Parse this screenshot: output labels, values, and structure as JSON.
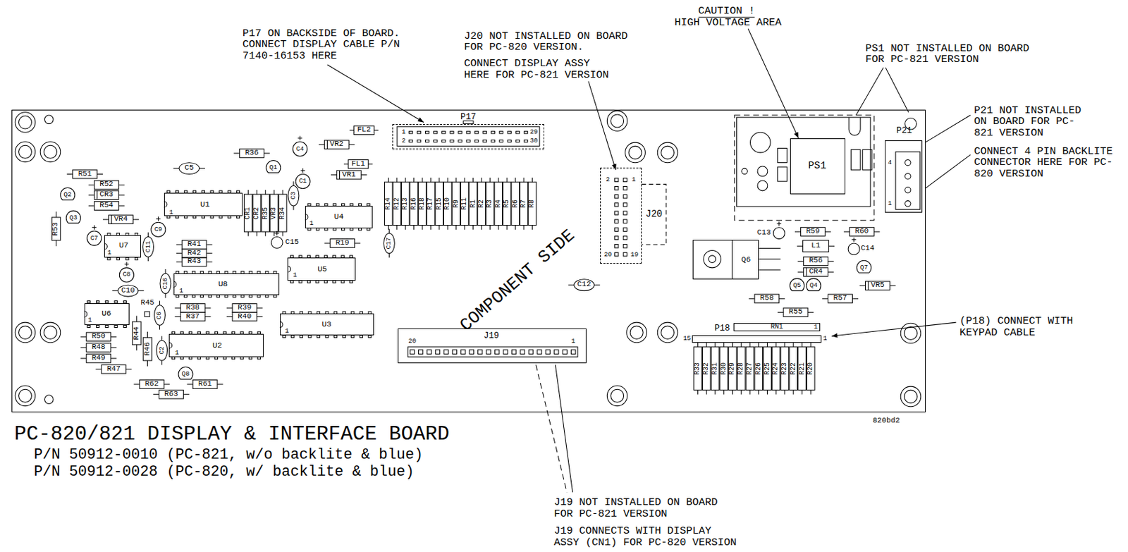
{
  "diagram": {
    "title": "PC-820/821 DISPLAY & INTERFACE BOARD",
    "nodes": [
      {
        "text": [
          "COMPONENT SIDE"
        ]
      },
      {
        "text": [
          "U1"
        ],
        "in": 0
      },
      {
        "text": [
          "U4"
        ],
        "in": 0
      },
      {
        "text": [
          "U5"
        ],
        "in": 0
      },
      {
        "text": [
          "U8"
        ],
        "in": 0
      },
      {
        "text": [
          "U3"
        ],
        "in": 0
      },
      {
        "text": [
          "U2"
        ],
        "in": 0
      },
      {
        "text": [
          "U6"
        ],
        "in": 0
      },
      {
        "text": [
          "U7"
        ],
        "in": 0
      },
      {
        "text": [
          "P17"
        ],
        "in": 0
      },
      {
        "text": [
          "J20"
        ],
        "in": 0
      },
      {
        "text": [
          "J19"
        ],
        "in": 0
      },
      {
        "text": [
          "PS1"
        ],
        "in": 0
      },
      {
        "text": [
          "P21"
        ],
        "in": 0
      },
      {
        "text": [
          "Q6"
        ],
        "in": 0
      },
      {
        "text": [
          "P18"
        ],
        "in": 0
      },
      {
        "text": [
          "RN1"
        ],
        "in": 0
      }
    ],
    "labels": [
      "P17 ON BACKSIDE OF BOARD. CONNECT DISPLAY CABLE P/N 7140-16153 HERE",
      "J20 NOT INSTALLED ON BOARD FOR PC-820 VERSION.",
      "CONNECT DISPLAY ASSY HERE FOR PC-821 VERSION",
      "CAUTION !",
      "HIGH VOLTAGE AREA",
      "PS1 NOT INSTALLED ON BOARD FOR PC-821 VERSION",
      "P21 NOT INSTALLED ON BOARD FOR PC-821 VERSION",
      "CONNECT 4 PIN BACKLITE CONNECTOR HERE FOR PC-820 VERSION",
      "(P18) CONNECT WITH KEYPAD CABLE",
      "J19 NOT INSTALLED ON BOARD FOR PC-821 VERSION",
      "J19 CONNECTS WITH DISPLAY ASSY (CN1) FOR PC-820 VERSION",
      "P/N 50912-0010 (PC-821, w/o backlite & blue)",
      "P/N 50912-0028 (PC-820, w/ backlite & blue)",
      "820bd2",
      "R36",
      "Q1",
      "C4",
      "VR2",
      "FL2",
      "FL1",
      "VR1",
      "C1",
      "C3",
      "C5",
      "R51",
      "R52",
      "Q2",
      "CR3",
      "R54",
      "Q3",
      "VR4",
      "R53",
      "C7",
      "C9",
      "C11",
      "R41",
      "R42",
      "R43",
      "C15",
      "R19",
      "C17",
      "C8",
      "C16",
      "C10",
      "R45",
      "C6",
      "R38",
      "R37",
      "R39",
      "R40",
      "R44",
      "R50",
      "R48",
      "R46",
      "C2",
      "R49",
      "R47",
      "Q8",
      "R62",
      "R61",
      "R63",
      "C12",
      "C13",
      "R59",
      "R60",
      "L1",
      "C14",
      "R56",
      "CR4",
      "Q7",
      "Q5",
      "Q4",
      "VR5",
      "R58",
      "R57",
      "R55",
      "R14",
      "R12",
      "R13",
      "R16",
      "R18",
      "R17",
      "R15",
      "R10",
      "R9",
      "R11",
      "R1",
      "R2",
      "R3",
      "R4",
      "R5",
      "R6",
      "R7",
      "R8",
      "CR1",
      "CR2",
      "R35",
      "VR3",
      "R34",
      "R33",
      "R32",
      "R31",
      "R30",
      "R29",
      "R28",
      "R27",
      "R26",
      "R25",
      "R24",
      "R23",
      "R22",
      "R21",
      "R20",
      "1",
      "1",
      "1",
      "1",
      "1",
      "1",
      "1",
      "1",
      "1",
      "2",
      "29",
      "30",
      "2",
      "1",
      "20",
      "19",
      "20",
      "1",
      "4",
      "1",
      "15",
      "1",
      "1"
    ]
  }
}
